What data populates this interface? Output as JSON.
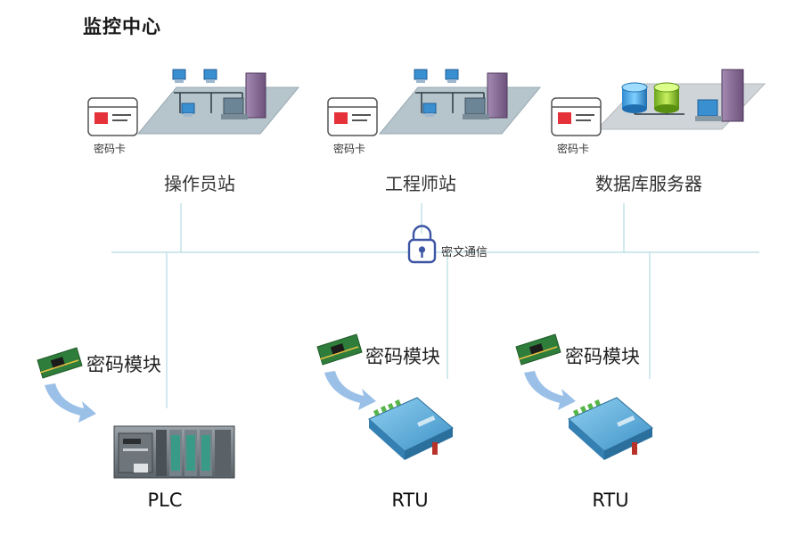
{
  "title": "监控中心",
  "stations": [
    {
      "label": "操作员站",
      "card_label": "密码卡"
    },
    {
      "label": "工程师站",
      "card_label": "密码卡"
    },
    {
      "label": "数据库服务器",
      "card_label": "密码卡"
    }
  ],
  "encryption": {
    "label": "密文通信",
    "icon": "lock-icon"
  },
  "modules": [
    {
      "label": "密码模块"
    },
    {
      "label": "密码模块"
    },
    {
      "label": "密码模块"
    }
  ],
  "devices": [
    {
      "label": "PLC"
    },
    {
      "label": "RTU"
    },
    {
      "label": "RTU"
    }
  ],
  "colors": {
    "line": "#bfe0e6",
    "platform": "#b6c4cc",
    "tower": "#8a6e98",
    "monitor": "#3a8fd0",
    "card_border": "#555555",
    "card_chip": "#e5313a",
    "lock": "#3c55a5",
    "arrow": "#9bc0e8",
    "module_board": "#2f7d3a",
    "rtu_body": "#4aa3d6"
  }
}
